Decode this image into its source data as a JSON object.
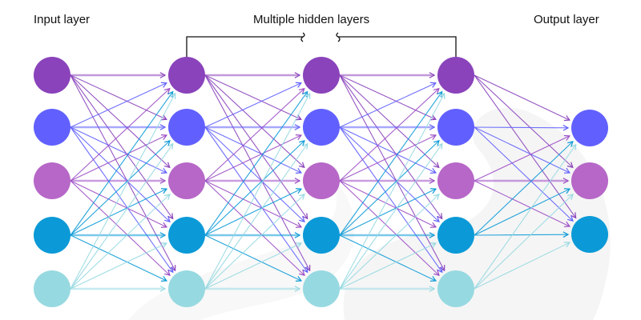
{
  "labels": {
    "input": "Input layer",
    "hidden": "Multiple hidden layers",
    "output": "Output layer"
  },
  "colors": {
    "node_colors": [
      "#8a43bb",
      "#6160fe",
      "#b667c7",
      "#0b9ad7",
      "#97d9e1"
    ],
    "line_colors": [
      "#8a43bb",
      "#6160fe",
      "#9b4cc4",
      "#0b9ad7",
      "#97d9e1"
    ],
    "bracket": "#111111",
    "watermark": "#f5f5f5"
  },
  "network": {
    "layers": [
      {
        "name": "input",
        "node_count": 5,
        "node_color_indices": [
          0,
          1,
          2,
          3,
          4
        ]
      },
      {
        "name": "hidden-1",
        "node_count": 5,
        "node_color_indices": [
          0,
          1,
          2,
          3,
          4
        ]
      },
      {
        "name": "hidden-2",
        "node_count": 5,
        "node_color_indices": [
          0,
          1,
          2,
          3,
          4
        ]
      },
      {
        "name": "hidden-3",
        "node_count": 5,
        "node_color_indices": [
          0,
          1,
          2,
          3,
          4
        ]
      },
      {
        "name": "output",
        "node_count": 3,
        "node_color_indices": [
          1,
          2,
          3
        ]
      }
    ],
    "connectivity": "fully-connected",
    "arrows": true
  }
}
